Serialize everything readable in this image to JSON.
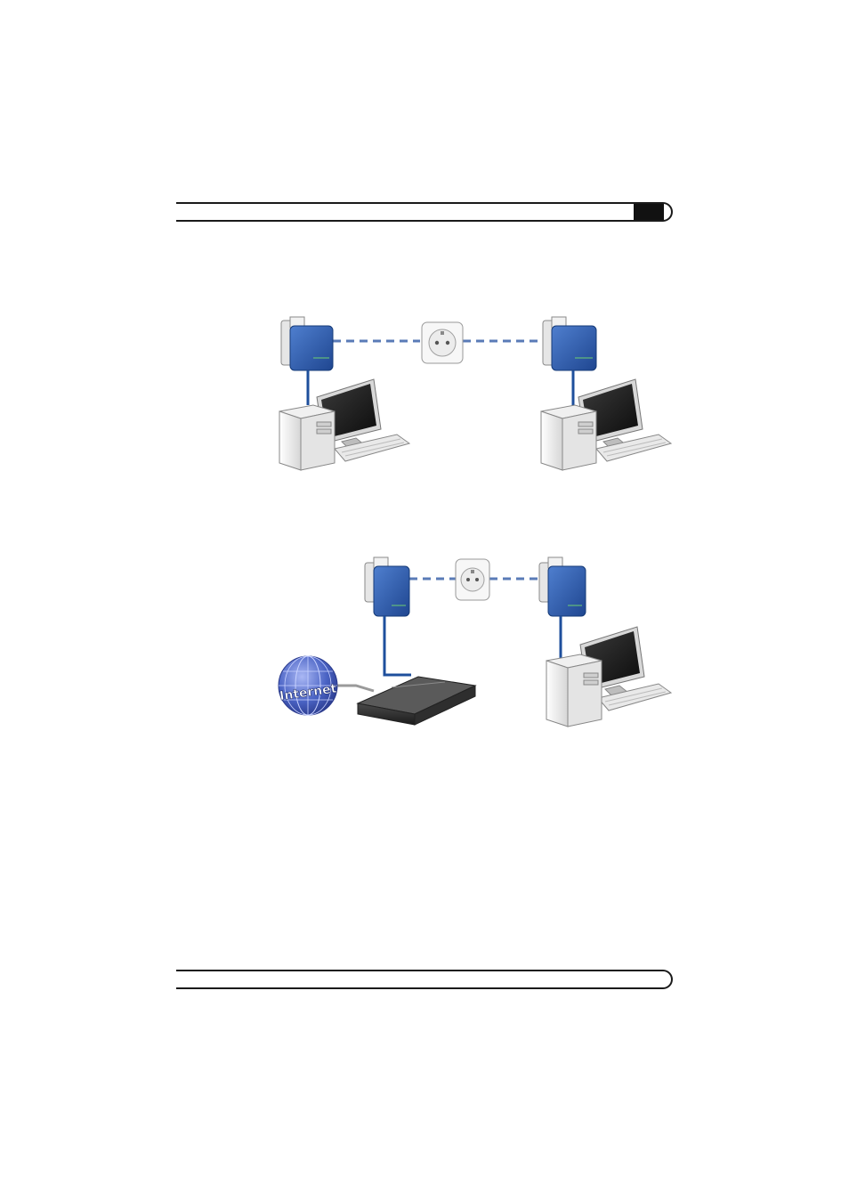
{
  "diagram_1": {
    "nodes": [
      "powerline-adapter-left",
      "wall-socket",
      "powerline-adapter-right",
      "computer-left",
      "computer-right"
    ]
  },
  "diagram_2": {
    "nodes": [
      "powerline-adapter-left",
      "wall-socket",
      "powerline-adapter-right",
      "router",
      "internet-globe",
      "computer-right"
    ],
    "internet_label": "Internet"
  },
  "colors": {
    "adapter_blue": "#2b5ba8",
    "link_blue": "#5a7bb7",
    "cable_blue": "#1e4f9c",
    "globe_blue": "#4a63c4"
  }
}
